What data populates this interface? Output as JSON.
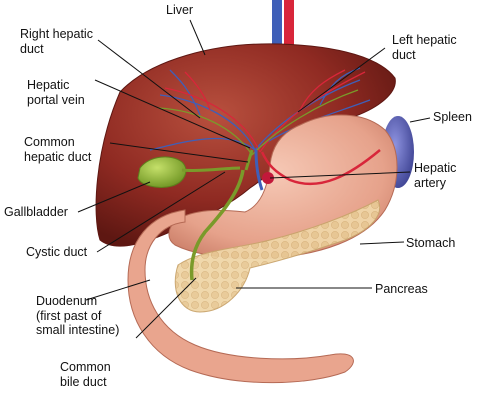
{
  "labels": {
    "liver": "Liver",
    "right_hepatic_duct": "Right hepatic\nduct",
    "left_hepatic_duct": "Left hepatic\nduct",
    "hepatic_portal_vein": "Hepatic\nportal vein",
    "spleen": "Spleen",
    "common_hepatic_duct": "Common\nhepatic duct",
    "hepatic_artery": "Hepatic\nartery",
    "gallbladder": "Gallbladder",
    "stomach": "Stomach",
    "cystic_duct": "Cystic duct",
    "pancreas": "Pancreas",
    "duodenum": "Duodenum\n(first past of\nsmall intestine)",
    "common_bile_duct": "Common\nbile duct"
  },
  "colors": {
    "liver": "#8f2a22",
    "liver_highlight": "#b24a3a",
    "stomach": "#e8a48f",
    "duodenum": "#e9a58e",
    "pancreas": "#f0d6a8",
    "gallbladder": "#8cb43a",
    "spleen": "#5a5fb0",
    "artery": "#d8263a",
    "vein": "#3f5fb8",
    "duct": "#7a9a2a",
    "leader_line": "#111111"
  }
}
